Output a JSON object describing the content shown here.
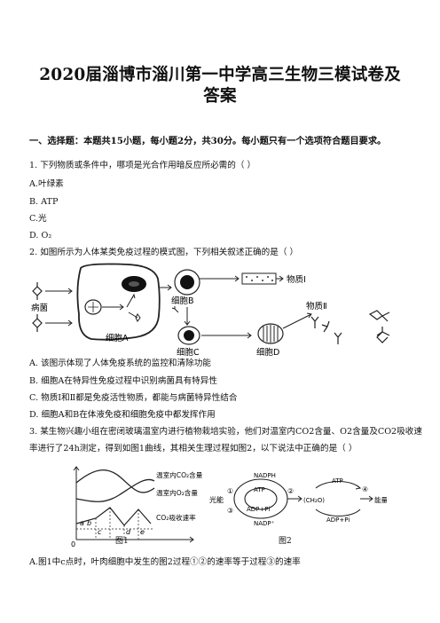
{
  "title": {
    "line1": "2020届淄博市淄川第一中学高三生物三模试卷及",
    "line2": "答案"
  },
  "section_heading": "一、选择题：本题共15小题，每小题2分，共30分。每小题只有一个选项符合题目要求。",
  "q1": {
    "stem": "1. 下列物质或条件中，哪项是光合作用暗反应所必需的（    ）",
    "a": "A.叶绿素",
    "b": "B. ATP",
    "c": "C.光",
    "d": "D. O₂"
  },
  "q2": {
    "stem": "2. 如图所示为人体某类免疫过程的模式图，下列相关叙述正确的是（      ）",
    "fig": {
      "pathogen": "病菌",
      "cell_a": "细胞A",
      "cell_b": "细胞B",
      "cell_c": "细胞C",
      "cell_d": "细胞D",
      "substance_1": "物质Ⅰ",
      "substance_2": "物质Ⅱ"
    },
    "a": "A. 该图示体现了人体免疫系统的监控和清除功能",
    "b": "B. 细胞A在特异性免疫过程中识别病菌具有特异性",
    "c": "C. 物质Ⅰ和Ⅱ都是免疫活性物质，都能与病菌特异性结合",
    "d": "D. 细胞A和B在体液免疫和细胞免疫中都发挥作用"
  },
  "q3": {
    "stem1": "3. 某生物兴趣小组在密闭玻璃温室内进行植物栽培实验，他们对温室内CO2含量、O2含量及CO2吸收速",
    "stem2": "率进行了24h测定，得到如图1曲线，其相关生理过程如图2，以下说法中正确的是（        ）",
    "fig1": {
      "label_co2": "温室内CO₂含量",
      "label_o2": "温室内O₂含量",
      "label_rate": "CO₂吸收速率",
      "caption": "图1",
      "points": [
        "a",
        "b",
        "c",
        "d",
        "e"
      ],
      "origin": "0"
    },
    "fig2": {
      "light": "光能",
      "nadph": "NADPH",
      "atp": "ATP",
      "adp_pi": "ADP+Pi",
      "nadp": "NADP⁺",
      "ch2o": "(CH₂O)",
      "energy": "能量",
      "n1": "①",
      "n2": "②",
      "n3": "③",
      "n4": "④",
      "caption": "图2"
    },
    "a": "A.图1中c点时，叶肉细胞中发生的图2过程①②的速率等于过程③的速率"
  }
}
